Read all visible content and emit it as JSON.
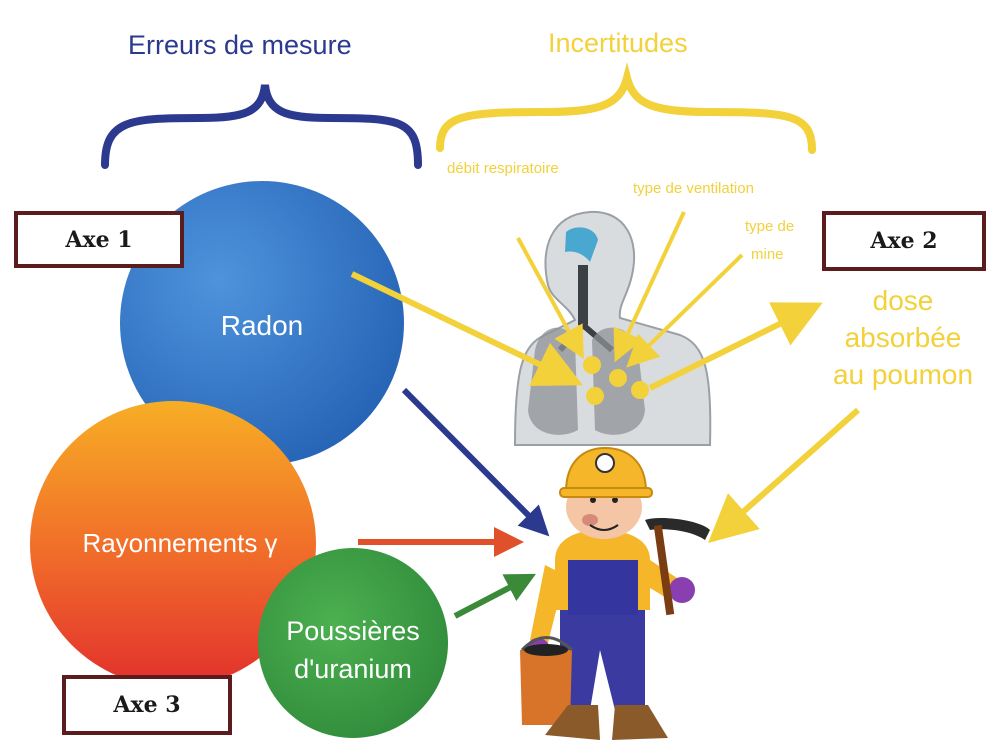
{
  "headings": {
    "measurement_errors": "Erreurs de mesure",
    "uncertainties": "Incertitudes"
  },
  "uncertainty_labels": {
    "respiratory_rate": "débit respiratoire",
    "ventilation_type": "type de ventilation",
    "mine_type_line1": "type de",
    "mine_type_line2": "mine"
  },
  "axes": {
    "axe1": "Axe 1",
    "axe2": "Axe 2",
    "axe3": "Axe 3"
  },
  "sources": {
    "radon": "Radon",
    "gamma": "Rayonnements γ",
    "dust_line1": "Poussières",
    "dust_line2": "d'uranium"
  },
  "dose": {
    "line1": "dose",
    "line2": "absorbée",
    "line3": "au poumon"
  },
  "colors": {
    "blue_brace": "#2b3a8f",
    "yellow": "#f2d13a",
    "radon_circle": "#2f74c4",
    "gamma_circle_top": "#f6a623",
    "gamma_circle_bottom": "#e5402b",
    "dust_circle": "#3a9a44",
    "axe_border": "#5a1c1c",
    "red_arrow": "#e0502b",
    "green_arrow": "#3a8a3a"
  }
}
